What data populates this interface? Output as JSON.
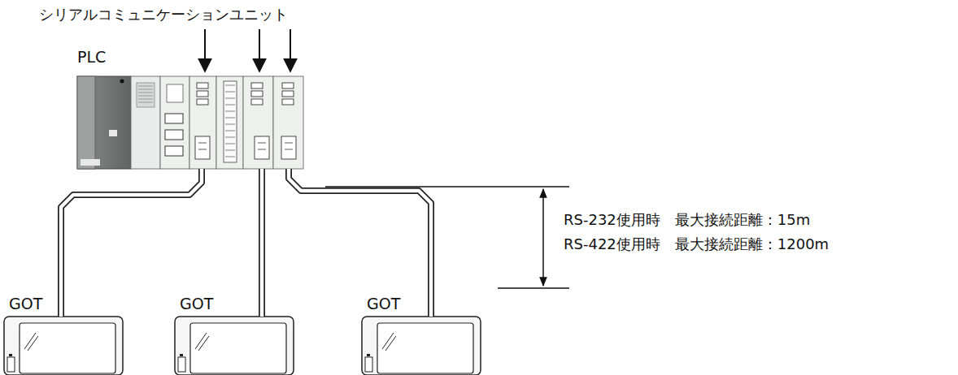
{
  "diagram": {
    "nodes": [
      {
        "text": [
          "PLC"
        ]
      },
      {
        "text": [
          "GOT"
        ]
      },
      {
        "text": [
          "GOT"
        ]
      },
      {
        "text": [
          "GOT"
        ]
      }
    ],
    "edges": [
      {
        "from": 0,
        "to": 1,
        "arrow": "none"
      },
      {
        "from": 0,
        "to": 2,
        "arrow": "none"
      },
      {
        "from": 0,
        "to": 3,
        "arrow": "none"
      }
    ],
    "labels": [
      "シリアルコミュニケーションユニット",
      "RS-232使用時　最大接続距離：15m",
      "RS-422使用時　最大接続距離：1200m"
    ]
  }
}
